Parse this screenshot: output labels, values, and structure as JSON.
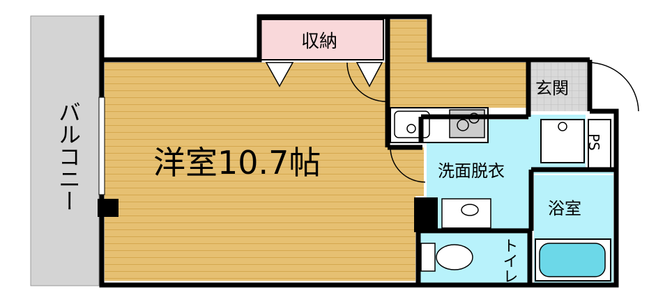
{
  "labels": {
    "balcony": "バルコニー",
    "storage": "収納",
    "entrance": "玄関",
    "western_room": "洋室10.7帖",
    "washroom": "洗面脱衣",
    "bathroom": "浴室",
    "toilet": "トイレ",
    "pipe_space": "PS"
  },
  "colors": {
    "wood_floor": "#E6C072",
    "wood_line": "#D4A74E",
    "wall": "#000000",
    "balcony": "#D4D4D4",
    "storage": "#F9D8DA",
    "wet_area": "#B8F2FB",
    "entrance_tile": "#D9D9D9",
    "bathtub": "#6CD8E8"
  }
}
